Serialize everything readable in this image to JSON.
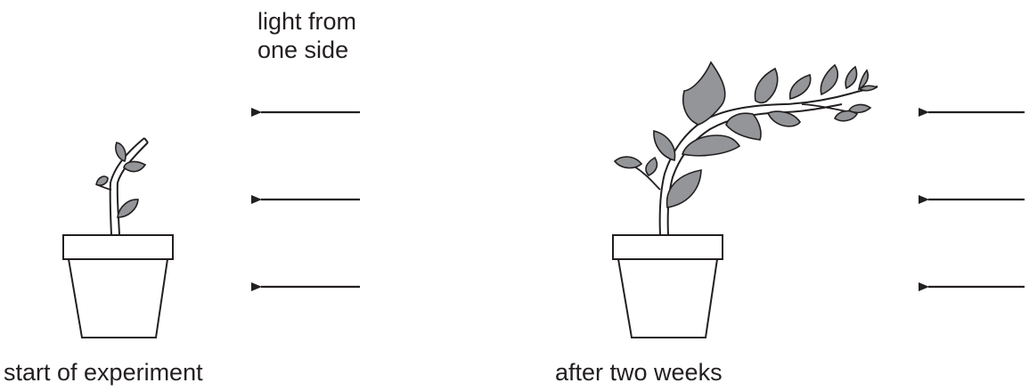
{
  "light_label": {
    "line1": "light from",
    "line2": "one side"
  },
  "captions": {
    "start": "start of experiment",
    "after": "after two weeks"
  },
  "colors": {
    "ink": "#231f20",
    "leaf_fill": "#939598",
    "background": "#ffffff"
  }
}
